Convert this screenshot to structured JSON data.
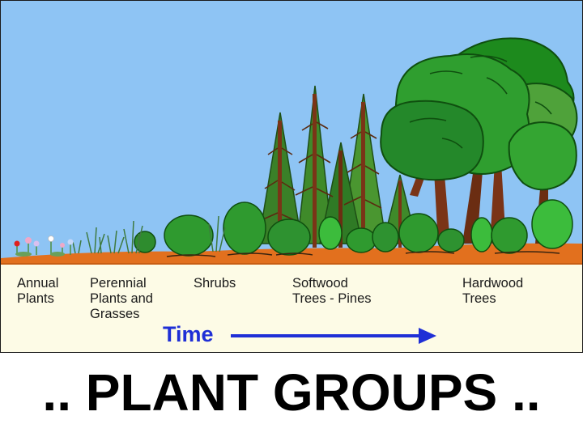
{
  "diagram": {
    "stages": [
      {
        "label": "Annual\nPlants"
      },
      {
        "label": "Perennial\nPlants and\nGrasses"
      },
      {
        "label": "Shrubs"
      },
      {
        "label": "Softwood\nTrees - Pines"
      },
      {
        "label": "Hardwood\nTrees"
      }
    ],
    "time_label": "Time",
    "colors": {
      "sky": "#8ec4f4",
      "soil": "#e2701e",
      "label_band": "#fdfbe6",
      "shrub": "#2f9a2f",
      "pine_trunk": "#7a3417",
      "hardwood_leaf": "#2f9e2f",
      "arrow": "#1f2fd6"
    }
  },
  "title": ".. PLANT GROUPS .."
}
